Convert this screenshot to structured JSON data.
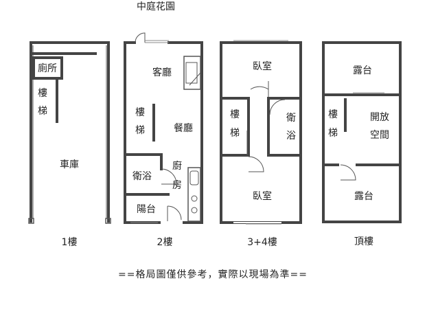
{
  "floors": {
    "f1": {
      "label": "1樓",
      "rooms": {
        "toilet": "廁所",
        "stairs_a": "樓",
        "stairs_b": "梯",
        "garage": "車庫"
      }
    },
    "f2": {
      "label": "2樓",
      "rooms": {
        "garden": "中庭花園",
        "living": "客廳",
        "stairs_a": "樓",
        "stairs_b": "梯",
        "dining": "餐廳",
        "bath": "衛浴",
        "kitchen_a": "廚",
        "kitchen_b": "房",
        "balcony": "陽台"
      }
    },
    "f34": {
      "label": "3+4樓",
      "rooms": {
        "bedroom_top": "臥室",
        "stairs_a": "樓",
        "stairs_b": "梯",
        "bath_a": "衛",
        "bath_b": "浴",
        "bedroom_bottom": "臥室"
      }
    },
    "roof": {
      "label": "頂樓",
      "rooms": {
        "terrace_top": "露台",
        "stairs_a": "樓",
        "stairs_b": "梯",
        "open_a": "開放",
        "open_b": "空間",
        "terrace_bottom": "露台"
      }
    }
  },
  "footer_note": "==格局圖僅供參考，實際以現場為準==",
  "colors": {
    "wall": "#444444",
    "text": "#222222",
    "background": "#ffffff"
  }
}
